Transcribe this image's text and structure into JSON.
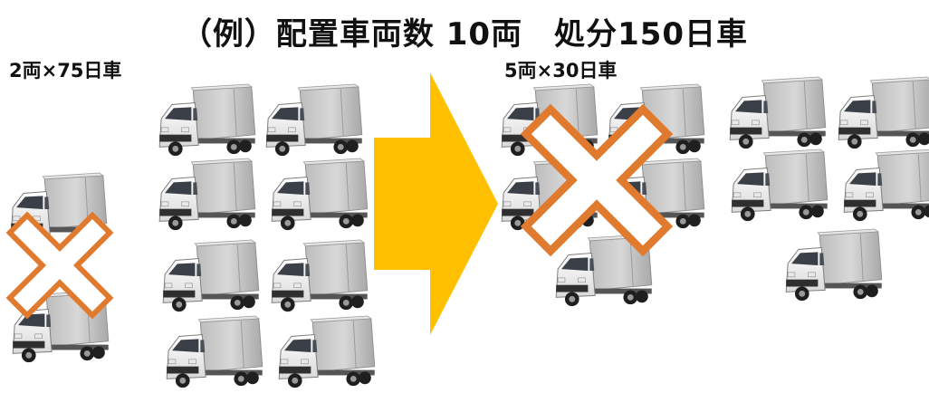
{
  "title": "（例）配置車両数 10両　処分150日車",
  "left_scenario": {
    "label": "2両×75日車"
  },
  "right_scenario": {
    "label": "5両×30日車"
  },
  "colors": {
    "arrow": "#FFC000",
    "cross_stroke": "#E07A2E",
    "cross_fill": "#FFFFFF",
    "truck_body": "#C9C9C9",
    "truck_cab": "#F3F3F3"
  },
  "icons": {
    "truck": "truck-icon",
    "cross": "cross-mark-icon",
    "arrow": "right-arrow-icon"
  }
}
